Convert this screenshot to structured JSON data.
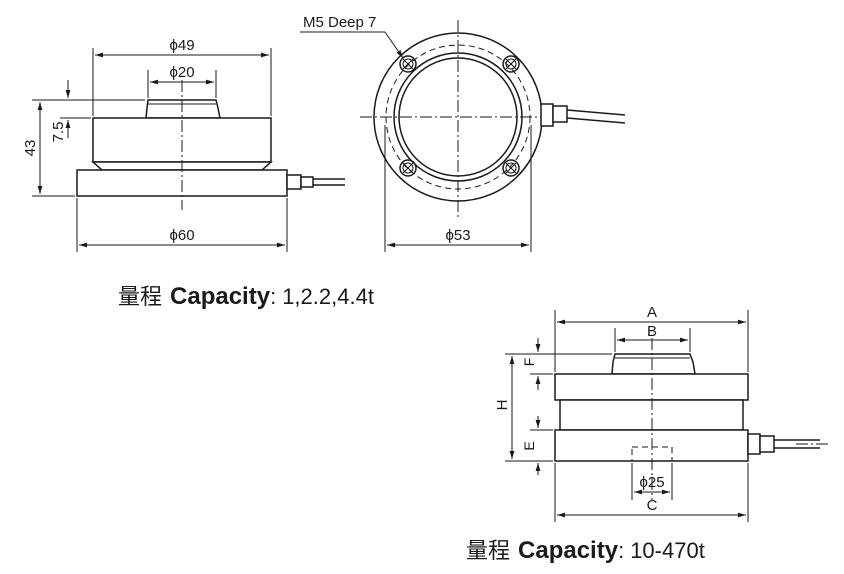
{
  "top_left_view": {
    "dim_top_outer": "ϕ49",
    "dim_top_inner": "ϕ20",
    "dim_height_total": "43",
    "dim_height_step": "7.5",
    "dim_base": "ϕ60"
  },
  "top_right_view": {
    "thread_note": "M5 Deep 7",
    "dim_bolt_circle": "ϕ53"
  },
  "capacity_small": {
    "chinese_label": "量程",
    "english_label": "Capacity",
    "separator": ":",
    "values": "1,2.2,4.4t"
  },
  "bottom_view": {
    "dim_a": "A",
    "dim_b": "B",
    "dim_c": "C",
    "dim_f": "F",
    "dim_h": "H",
    "dim_e": "E",
    "dim_hole": "ϕ25"
  },
  "capacity_large": {
    "chinese_label": "量程",
    "english_label": "Capacity",
    "separator": ":",
    "values": "10-470t"
  }
}
